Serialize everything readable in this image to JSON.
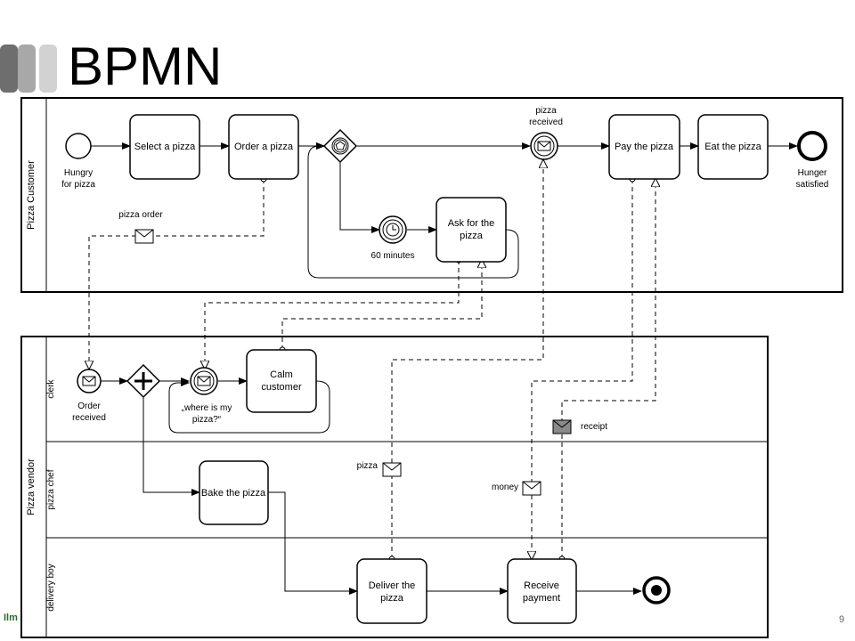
{
  "slide": {
    "title": "BPMN"
  },
  "footer": {
    "left": "Ilm",
    "right": "9"
  },
  "pools": {
    "customer": {
      "label": "Pizza Customer"
    },
    "vendor": {
      "label": "Pizza vendor"
    }
  },
  "lanes": {
    "clerk": "clerk",
    "chef": "pizza chef",
    "delivery": "delivery boy"
  },
  "tasks": {
    "select": [
      "Select a pizza"
    ],
    "order": [
      "Order a pizza"
    ],
    "ask": [
      "Ask for the",
      "pizza"
    ],
    "pay": [
      "Pay the pizza"
    ],
    "eat": [
      "Eat the pizza"
    ],
    "calm": [
      "Calm",
      "customer"
    ],
    "bake": [
      "Bake the pizza"
    ],
    "deliver": [
      "Deliver the",
      "pizza"
    ],
    "receive": [
      "Receive",
      "payment"
    ]
  },
  "events": {
    "hungry": [
      "Hungry",
      "for pizza"
    ],
    "satisfied": [
      "Hunger",
      "satisfied"
    ],
    "pizza_received": [
      "pizza",
      "received"
    ],
    "timer": [
      "60 minutes"
    ],
    "order_received": [
      "Order",
      "received"
    ],
    "where": [
      "„where is my",
      "pizza?“"
    ]
  },
  "messages": {
    "pizza_order": "pizza order",
    "pizza": "pizza",
    "money": "money",
    "receipt": "receipt"
  }
}
